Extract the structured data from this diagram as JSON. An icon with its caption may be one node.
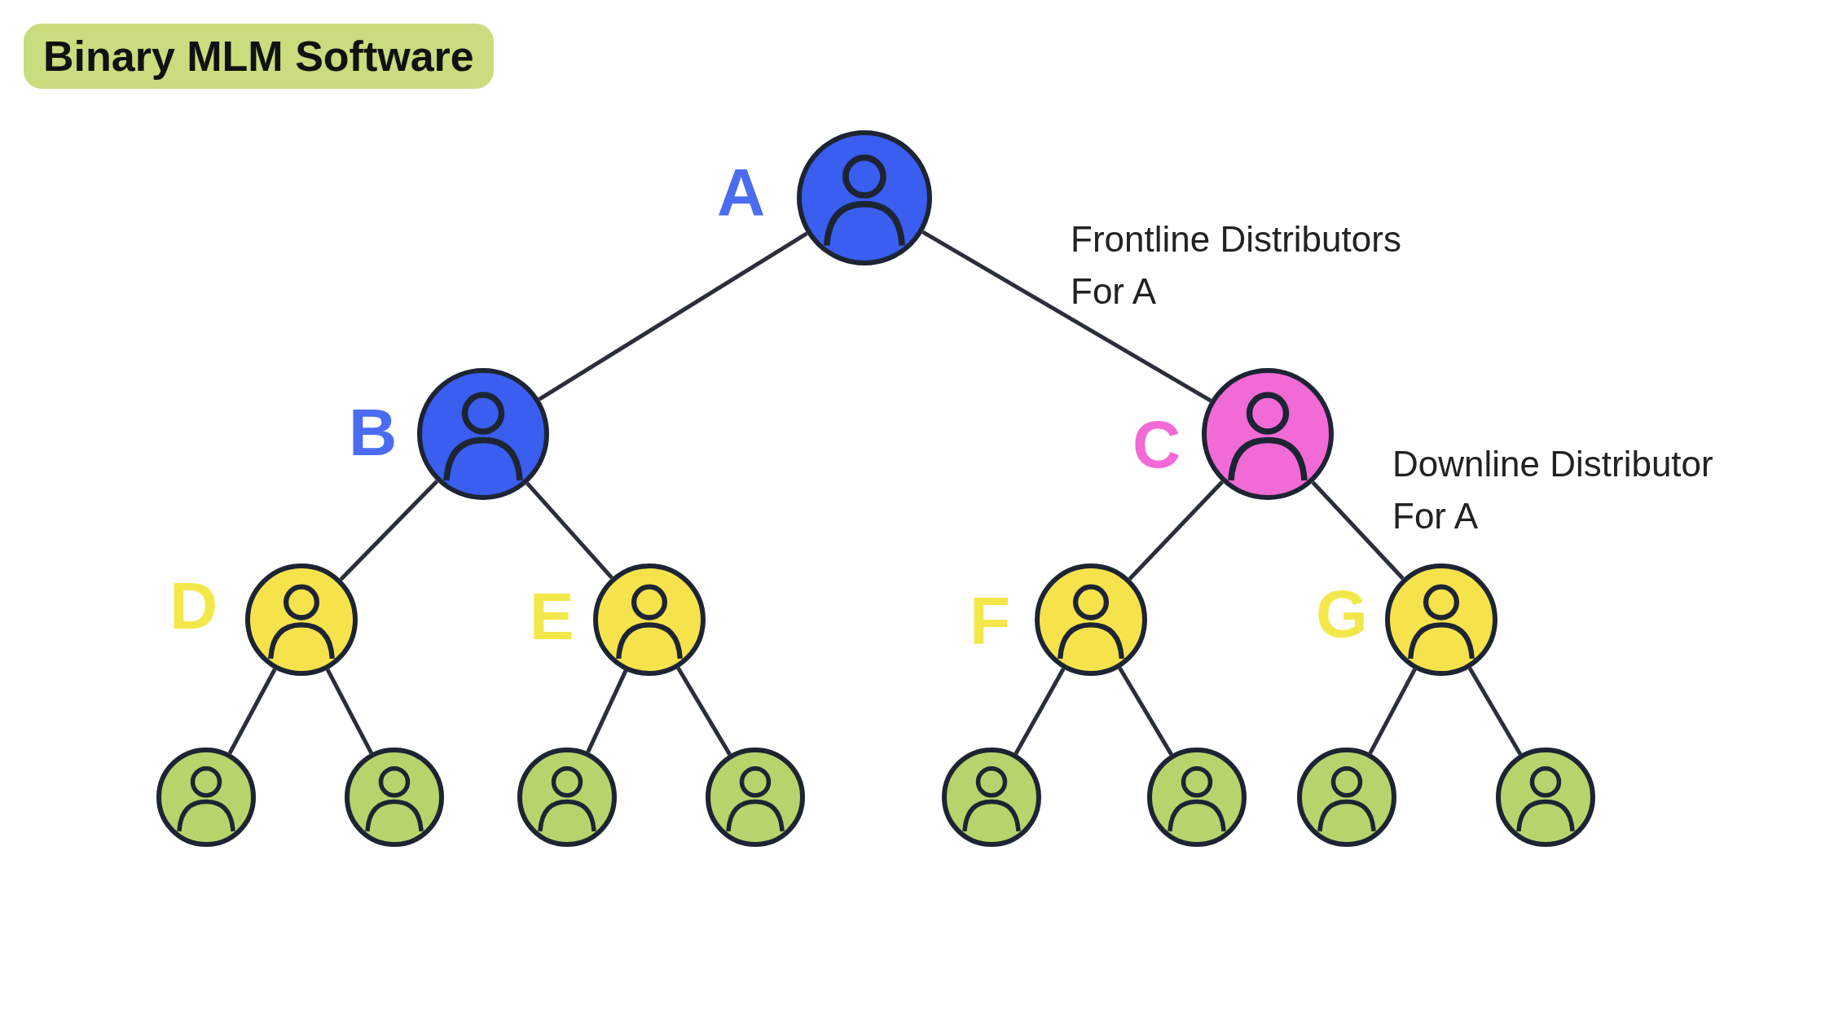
{
  "diagram": {
    "title": "Binary MLM Software",
    "nodes": [
      {
        "text": [],
        "shape": "person",
        "beside": [
          "A"
        ]
      },
      {
        "text": [],
        "shape": "person",
        "beside": [
          "B"
        ]
      },
      {
        "text": [],
        "shape": "person",
        "beside": [
          "C"
        ]
      },
      {
        "text": [],
        "shape": "person",
        "beside": [
          "D"
        ]
      },
      {
        "text": [],
        "shape": "person",
        "beside": [
          "E"
        ]
      },
      {
        "text": [],
        "shape": "person",
        "beside": [
          "F"
        ]
      },
      {
        "text": [],
        "shape": "person",
        "beside": [
          "G"
        ]
      },
      {
        "text": [],
        "shape": "person"
      },
      {
        "text": [],
        "shape": "person"
      },
      {
        "text": [],
        "shape": "person"
      },
      {
        "text": [],
        "shape": "person"
      },
      {
        "text": [],
        "shape": "person"
      },
      {
        "text": [],
        "shape": "person"
      },
      {
        "text": [],
        "shape": "person"
      },
      {
        "text": [],
        "shape": "person"
      }
    ],
    "edges": [
      {
        "from": 0,
        "to": 1,
        "arrow": "none"
      },
      {
        "from": 0,
        "to": 2,
        "arrow": "none"
      },
      {
        "from": 1,
        "to": 3,
        "arrow": "none"
      },
      {
        "from": 1,
        "to": 4,
        "arrow": "none"
      },
      {
        "from": 2,
        "to": 5,
        "arrow": "none"
      },
      {
        "from": 2,
        "to": 6,
        "arrow": "none"
      },
      {
        "from": 3,
        "to": 7,
        "arrow": "none"
      },
      {
        "from": 3,
        "to": 8,
        "arrow": "none"
      },
      {
        "from": 4,
        "to": 9,
        "arrow": "none"
      },
      {
        "from": 4,
        "to": 10,
        "arrow": "none"
      },
      {
        "from": 5,
        "to": 11,
        "arrow": "none"
      },
      {
        "from": 5,
        "to": 12,
        "arrow": "none"
      },
      {
        "from": 6,
        "to": 13,
        "arrow": "none"
      },
      {
        "from": 6,
        "to": 14,
        "arrow": "none"
      }
    ],
    "labels": [
      "Frontline Distributors For A",
      "Downline Distributor For A"
    ]
  }
}
